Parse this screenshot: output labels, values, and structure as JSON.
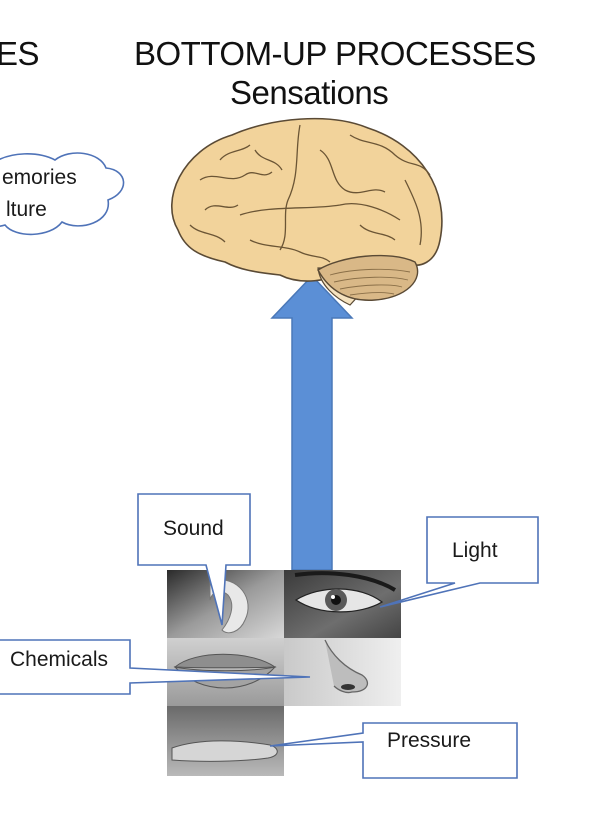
{
  "left_title_fragment": "ES",
  "title": "BOTTOM-UP PROCESSES",
  "subtitle": "Sensations",
  "cloud": {
    "line1": "emories",
    "line2": "lture"
  },
  "labels": {
    "sound": "Sound",
    "light": "Light",
    "chemicals": "Chemicals",
    "pressure": "Pressure"
  },
  "colors": {
    "arrow": "#5b8fd6",
    "brain": "#f2d39b",
    "callout_border": "#4f73b8"
  },
  "images": [
    "ear",
    "eye",
    "mouth",
    "nose",
    "hand"
  ]
}
